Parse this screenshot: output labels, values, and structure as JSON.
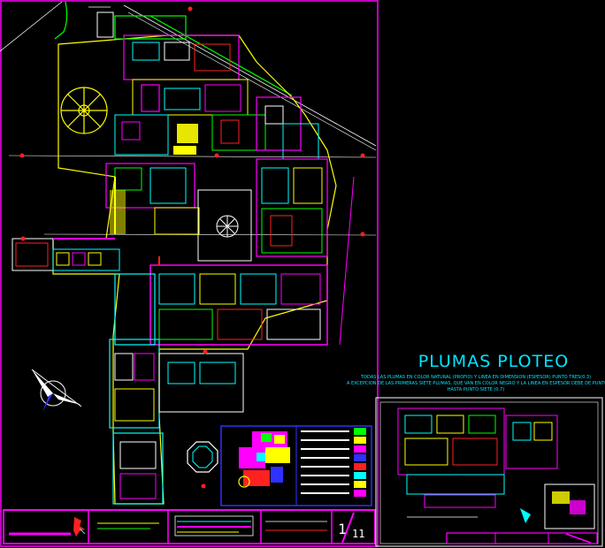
{
  "plot_legend": {
    "title": "PLUMAS PLOTEO",
    "note_line_1": "TODAS LAS PLUMAS EN COLOR NATURAL (PROFIO) Y LINEA EN DIMENSIÓN (ESPESOR) PUNTO TRES(0.3)",
    "note_line_2": "A EXCEPCIÓN DE LAS PRIMERAS SIETE PLUMAS, QUE VAN EN COLOR NEGRO Y LA LÍNEA EN ESPESOR DEBE DE PUNTO",
    "note_line_3": "HASTA PUNTO SIETE (0.7)"
  },
  "title_block": {
    "sheet_number": "1",
    "sheet_total": "11"
  },
  "icons": {
    "north_arrow": "north-arrow-icon",
    "tree_symbol": "tree-icon",
    "octagon_plaza": "octagon-icon"
  },
  "colors": {
    "background": "#000000",
    "border_magenta": "#ff00ff",
    "wall_cyan": "#00ffff",
    "wall_yellow": "#ffff00",
    "wall_green": "#00ff00",
    "wall_red": "#ff2020",
    "wall_white": "#ffffff",
    "wall_blue": "#3030ff",
    "title_text": "#00e5ff"
  }
}
